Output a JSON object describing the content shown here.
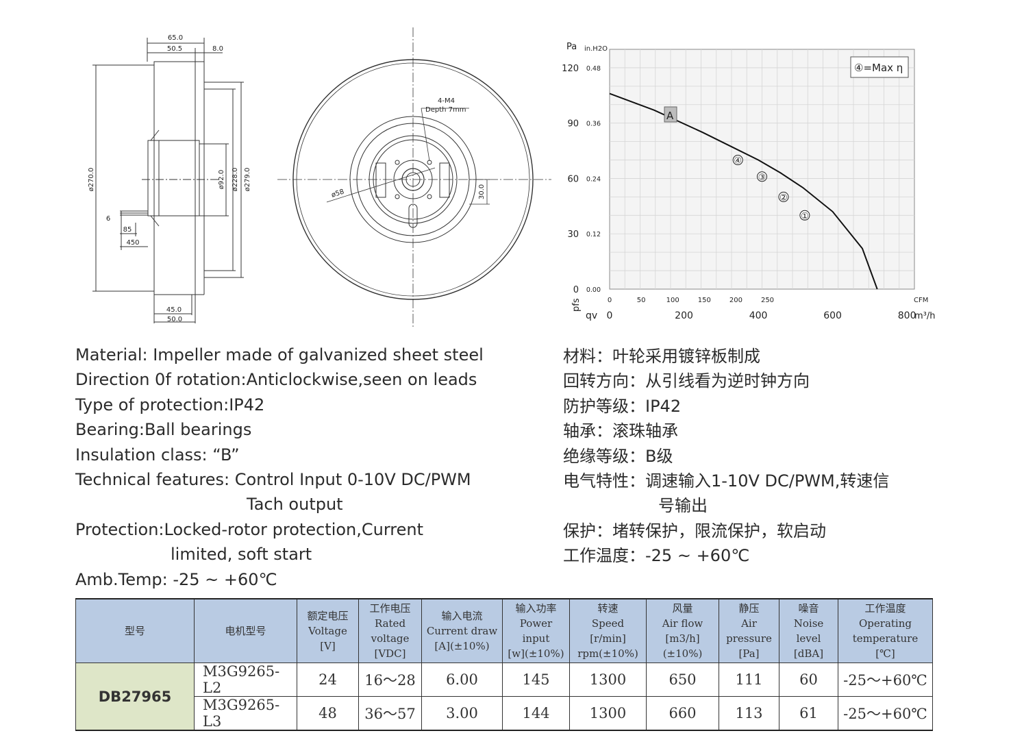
{
  "drawing_side": {
    "dims": {
      "top_650": "65.0",
      "top_505": "50.5",
      "top_80": "8.0",
      "d270": "ø270.0",
      "d92": "ø92.0",
      "d228": "ø228.0",
      "d279": "ø279.0",
      "lead6": "6",
      "lead85": "85",
      "lead450": "450",
      "bot450": "45.0",
      "bot500": "50.0"
    }
  },
  "drawing_front": {
    "dims": {
      "screw": "4-M4",
      "depth": "Depth 7mm",
      "d58": "ø58",
      "h30": "30.0"
    }
  },
  "chart_data": {
    "type": "line",
    "title": "",
    "ylabel_pa": "Pa",
    "ylabel_inh2o": "in.H2O",
    "y_axis_symbol": "pfs",
    "x_axis_symbol": "qv",
    "ylim": [
      0,
      130
    ],
    "xlim_m3h": [
      0,
      820
    ],
    "y_ticks_pa": [
      "120",
      "90",
      "60",
      "30",
      "0"
    ],
    "y_ticks_inh2o": [
      "0.48",
      "0.36",
      "0.24",
      "0.12",
      "0.00"
    ],
    "x_ticks_cfm": [
      "0",
      "50",
      "100",
      "150",
      "200",
      "250"
    ],
    "x_unit_cfm": "CFM",
    "x_ticks_m3h": [
      "0",
      "200",
      "400",
      "600",
      "800"
    ],
    "x_unit_m3h": "m³/h",
    "legend_note": "④=Max η",
    "curve_label": "A",
    "series": [
      {
        "name": "A",
        "x_m3h": [
          0,
          120,
          250,
          330,
          400,
          460,
          520,
          600,
          680,
          720
        ],
        "y_pa": [
          106,
          97,
          85,
          77,
          70,
          63,
          55,
          42,
          22,
          0
        ]
      }
    ],
    "operating_points": [
      {
        "label": "④",
        "x_m3h": 345,
        "y_pa": 70
      },
      {
        "label": "③",
        "x_m3h": 410,
        "y_pa": 61
      },
      {
        "label": "②",
        "x_m3h": 468,
        "y_pa": 50
      },
      {
        "label": "①",
        "x_m3h": 525,
        "y_pa": 40
      }
    ]
  },
  "specs_en": {
    "line1": "Material: Impeller made of galvanized sheet steel",
    "line2": "Direction 0f rotation:Anticlockwise,seen on leads",
    "line3": "Type of protection:IP42",
    "line4": "Bearing:Ball bearings",
    "line5": "Insulation class: “B”",
    "line6": "Technical features: Control Input 0-10V DC/PWM",
    "line6b": "Tach output",
    "line7": "Protection:Locked-rotor protection,Current",
    "line7b": "limited, soft start",
    "line8": "Amb.Temp: -25 ~ +60℃"
  },
  "specs_cn": {
    "line1": "材料：叶轮采用镀锌板制成",
    "line2": "回转方向：从引线看为逆时钟方向",
    "line3": "防护等级：IP42",
    "line4": "轴承：滚珠轴承",
    "line5": "绝缘等级：B级",
    "line6": "电气特性：调速输入1-10V DC/PWM,转速信",
    "line6b": "号输出",
    "line7": "保护：堵转保护，限流保护，软启动",
    "line8": "工作温度：-25 ~ +60℃"
  },
  "table": {
    "headers": [
      {
        "l1": "型号",
        "l2": "",
        "l3": "",
        "l4": ""
      },
      {
        "l1": "电机型号",
        "l2": "",
        "l3": "",
        "l4": ""
      },
      {
        "l1": "额定电压",
        "l2": "Voltage",
        "l3": "[V]",
        "l4": ""
      },
      {
        "l1": "工作电压",
        "l2": "Rated",
        "l3": "voltage",
        "l4": "[VDC]"
      },
      {
        "l1": "输入电流",
        "l2": "Current draw",
        "l3": "[A](±10%)",
        "l4": ""
      },
      {
        "l1": "输入功率",
        "l2": "Power",
        "l3": "input",
        "l4": "[w](±10%)"
      },
      {
        "l1": "转速",
        "l2": "Speed",
        "l3": "[r/min]",
        "l4": "rpm(±10%)"
      },
      {
        "l1": "风量",
        "l2": "Air flow",
        "l3": "[m3/h]",
        "l4": "(±10%)"
      },
      {
        "l1": "静压",
        "l2": "Air",
        "l3": "pressure",
        "l4": "[Pa]"
      },
      {
        "l1": "噪音",
        "l2": "Noise",
        "l3": "level",
        "l4": "[dBA]"
      },
      {
        "l1": "工作温度",
        "l2": "Operating",
        "l3": "temperature",
        "l4": "[℃]"
      }
    ],
    "model": "DB27965",
    "rows": [
      [
        "M3G9265-L2",
        "24",
        "16～28",
        "6.00",
        "145",
        "1300",
        "650",
        "111",
        "60",
        "-25～+60℃"
      ],
      [
        "M3G9265-L3",
        "48",
        "36～57",
        "3.00",
        "144",
        "1300",
        "660",
        "113",
        "61",
        "-25～+60℃"
      ]
    ]
  }
}
